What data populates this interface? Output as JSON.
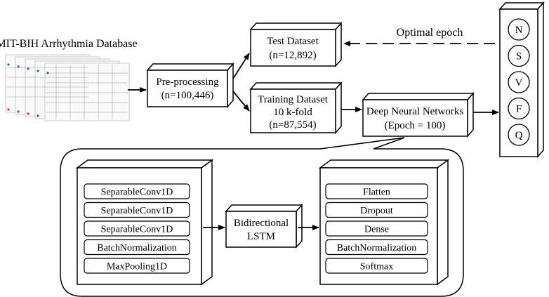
{
  "database": {
    "title": "MIT-BIH Arrhythmia Database"
  },
  "preprocessing": {
    "line1": "Pre-processing",
    "line2": "(n=100,446)"
  },
  "test_dataset": {
    "line1": "Test Dataset",
    "line2": "(n=12,892)"
  },
  "training_dataset": {
    "line1": "Training Dataset",
    "line2": "10 k-fold",
    "line3": "(n=87,554)"
  },
  "dnn": {
    "line1": "Deep Neural Networks",
    "line2": "(Epoch = 100)"
  },
  "optimal_epoch": {
    "label": "Optimal epoch"
  },
  "classes": [
    "N",
    "S",
    "V",
    "F",
    "Q"
  ],
  "cnn_block": {
    "layers": [
      "SeparableConv1D",
      "SeparableConv1D",
      "SeparableConv1D",
      "BatchNormalization",
      "MaxPooling1D"
    ]
  },
  "lstm": {
    "line1": "Bidirectional",
    "line2": "LSTM"
  },
  "dense_block": {
    "layers": [
      "Flatten",
      "Dropout",
      "Dense",
      "BatchNormalization",
      "Softmax"
    ]
  },
  "colors": {
    "stroke": "#000000",
    "box_fill": "#ffffff",
    "page_fill": "#fafafa"
  }
}
